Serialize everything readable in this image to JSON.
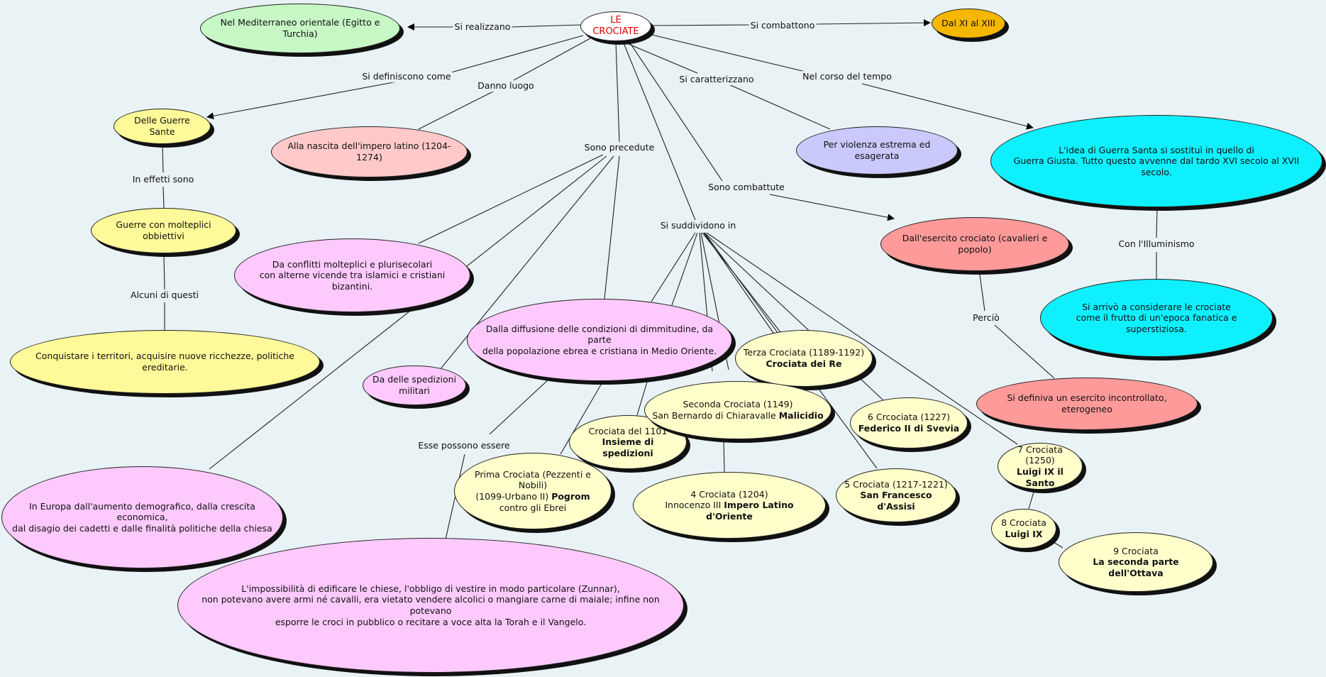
{
  "root": "LE CROCIATE",
  "labels": {
    "si_realizzano": "Si realizzano",
    "si_combattono": "Si combattono",
    "si_definiscono": "Si definiscono come",
    "danno_luogo": "Danno luogo",
    "si_caratterizzano": "Si caratterizzano",
    "nel_corso": "Nel corso del tempo",
    "sono_precedute": "Sono precedute",
    "sono_combattute": "Sono combattute",
    "si_suddividono": "Si suddividono in",
    "in_effetti": "In effetti sono",
    "alcuni": "Alcuni di questi",
    "con_illuminismo": "Con l'Illuminismo",
    "percio": "Perciò",
    "esse_possono": "Esse possono essere"
  },
  "nodes": {
    "mediterraneo": "Nel Mediterraneo orientale (Egitto e Turchia)",
    "secoli": "Dal XI al XIII",
    "guerre_sante": "Delle Guerre Sante",
    "impero_latino": "Alla nascita dell'impero latino (1204-1274)",
    "violenza": "Per violenza estrema ed esagerata",
    "guerra_giusta_1": "L'idea di Guerra Santa si sostituì in quello di",
    "guerra_giusta_2": "Guerra Giusta. Tutto questo avvenne dal tardo XVI secolo al XVII secolo.",
    "molteplici": "Guerre con molteplici obbiettivi",
    "conquistare": "Conquistare i territori, acquisire nuove ricchezze, politiche ereditarie.",
    "conflitti_1": "Da conflitti molteplici e plurisecolari",
    "conflitti_2": "con alterne vicende tra islamici e cristiani bizantini.",
    "dimmitudine_1": "Dalla diffusione delle condizioni di dimmitudine, da parte",
    "dimmitudine_2": "della popolazione ebrea e cristiana in Medio Oriente.",
    "spedizioni": "Da delle spedizioni militari",
    "europa_1": "In Europa dall'aumento demografico, dalla crescita economica,",
    "europa_2": "dal disagio dei cadetti e dalle finalità politiche della chiesa",
    "impossibilita_1": "L'impossibilità di edificare le chiese, l'obbligo di vestire in modo particolare (Zunnar),",
    "impossibilita_2": "non potevano avere armi né cavalli, era vietato vendere alcolici o mangiare carne di maiale; infine non potevano",
    "impossibilita_3": "esporre le croci in pubblico o recitare a voce alta la Torah e il Vangelo.",
    "esercito": "Dall'esercito crociato (cavalieri e popolo)",
    "incontrollato": "Si definiva un esercito incontrollato, eterogeneo",
    "frutto_1": "Si arrivò a considerare le crociate",
    "frutto_2": "come il frutto di un'epoca fanatica e superstiziosa.",
    "prima_1": "Prima Crociata (Pezzenti e Nobili)",
    "prima_2": "(1099-Urbano II) ",
    "prima_bold": "Pogrom",
    "prima_3": "contro gli Ebrei",
    "c1101_1": "Crociata del 1101",
    "c1101_bold": "Insieme di spedizioni",
    "seconda_1": "Seconda Crociata (1149)",
    "seconda_2": "San Bernardo di Chiaravalle ",
    "seconda_bold": "Malicidio",
    "terza_1": "Terza Crociata (1189-1192)",
    "terza_bold": "Crociata dei Re",
    "quarta_1": "4 Crociata (1204)",
    "quarta_2": "Innocenzo III ",
    "quarta_bold": "Impero Latino d'Oriente",
    "quinta_1": "5 Crociata (1217-1221)",
    "quinta_bold": "San Francesco d'Assisi",
    "sesta_1": "6 Crcociata (1227)",
    "sesta_bold": "Federico II di Svevia",
    "settima_1": "7 Crociata (1250)",
    "settima_bold": "Luigi IX il Santo",
    "ottava_1": "8 Crociata",
    "ottava_bold": "Luigi IX",
    "nona_1": "9 Crociata",
    "nona_bold": "La seconda parte dell'Ottava"
  },
  "colors": {
    "background": "#e9f2f5",
    "root_text": "#e00000",
    "green": "#c7f7c5",
    "orange": "#f5b700",
    "yellow": "#fffa99",
    "salmon": "#ffc9c9",
    "violet": "#c9c9fb",
    "cyan": "#0ff0ff",
    "red": "#ff9a9a",
    "pink": "#fec9fd",
    "cream": "#ffffcc"
  }
}
